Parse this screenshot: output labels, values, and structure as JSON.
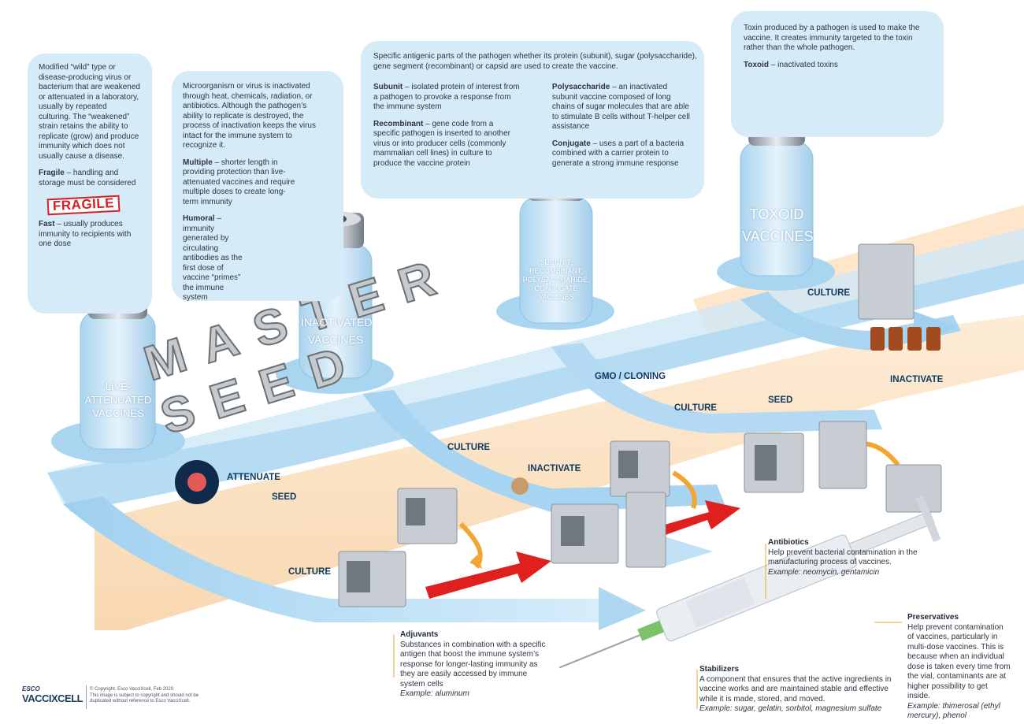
{
  "vials": {
    "live": "LIVE-\nATTENUATED\nVACCINES",
    "inactivated": "INACTIVATED\nVACCINES",
    "subunit": "SUBUNIT,\nRECOMBINANT,\nPOLYSACCHARIDE,\nCONJUGATE\nVACCINES",
    "toxoid": "TOXOID\nVACCINES"
  },
  "banner": "MASTER SEED",
  "bubbles": {
    "live": {
      "intro": "Modified “wild” type or disease-producing virus or bacterium that are weakened or attenuated in a laboratory, usually by repeated culturing. The “weakened” strain retains the ability to replicate (grow) and produce immunity which does not usually cause a disease.",
      "fragile_term": "Fragile",
      "fragile_desc": " – handling and storage must be considered",
      "stamp": "FRAGILE",
      "fast_term": "Fast",
      "fast_desc": " – usually produces immunity to recipients with one dose"
    },
    "inactivated": {
      "intro": "Microorganism or virus is inactivated through heat, chemicals, radiation, or antibiotics. Although the pathogen’s ability to replicate is destroyed, the process of inactivation keeps the virus intact for the immune system to recognize it.",
      "multiple_term": "Multiple",
      "multiple_desc": " – shorter length in providing protection than live-attenuated vaccines and require multiple doses to create long-term immunity",
      "humoral_term": "Humoral",
      "humoral_desc": " – immunity generated by circulating antibodies as the first dose of vaccine “primes” the immune system"
    },
    "subunit": {
      "intro": "Specific antigenic parts of the pathogen whether its protein (subunit), sugar (polysaccharide), gene segment (recombinant) or capsid are used to create the vaccine.",
      "subunit_term": "Subunit",
      "subunit_desc": " – isolated protein of interest from a pathogen to provoke a response from the immune system",
      "recombinant_term": "Recombinant",
      "recombinant_desc": " – gene code from a specific pathogen is inserted to another virus or into producer cells (commonly mammalian cell lines) in culture to produce the vaccine protein",
      "poly_term": "Polysaccharide",
      "poly_desc": " – an inactivated subunit vaccine composed of long chains of sugar molecules that are able to stimulate B cells without T-helper cell assistance",
      "conjugate_term": "Conjugate",
      "conjugate_desc": " – uses a part of a bacteria combined with a carrier protein to generate a strong immune response"
    },
    "toxoid": {
      "intro": "Toxin produced by a pathogen is used to make the vaccine. It creates immunity targeted to the toxin rather than the whole pathogen.",
      "toxoid_term": "Toxoid",
      "toxoid_desc": " – inactivated toxins"
    }
  },
  "steps": {
    "attenuate": "ATTENUATE",
    "seed1": "SEED",
    "culture1": "CULTURE",
    "culture2": "CULTURE",
    "inactivate2": "INACTIVATE",
    "gmo": "GMO / CLONING",
    "culture3": "CULTURE",
    "seed3": "SEED",
    "culture4": "CULTURE",
    "inactivate4": "INACTIVATE"
  },
  "notes": {
    "antibiotics": {
      "title": "Antibiotics",
      "desc": "Help prevent bacterial contamination in the manufacturing process of vaccines.",
      "example": "Example: neomycin, gentamicin"
    },
    "preservatives": {
      "title": "Preservatives",
      "desc": "Help prevent contamination of vaccines, particularly in multi-dose vaccines. This is because when an individual dose is taken every time from the vial, contaminants are at higher possibility to get inside.",
      "example": "Example: thimerosal (ethyl mercury), phenol"
    },
    "adjuvants": {
      "title": "Adjuvants",
      "desc": "Substances in combination with a specific antigen that boost the immune system’s response for longer-lasting immunity as they are easily accessed by immune system cells",
      "example": "Example: aluminum"
    },
    "stabilizers": {
      "title": "Stabilizers",
      "desc": "A component that ensures that the active ingredients in vaccine works and are maintained stable and effective while it is made, stored, and moved.",
      "example": "Example: sugar, gelatin, sorbitol, magnesium sulfate"
    }
  },
  "footer": {
    "logo_top": "ESCO",
    "logo_main": "VACCIXCELL",
    "copyright1": "© Copyright, Esco VacciXcell, Feb 2020.",
    "copyright2": "This image is subject to copyright and should not be",
    "copyright3": "duplicated without reference to Esco VacciXcell."
  },
  "colors": {
    "bubble": "#d6ebf8",
    "track": "#bfe0f5",
    "floor": "#fbe2c4",
    "arrow": "#e0201f",
    "heading": "#0f3a62"
  }
}
